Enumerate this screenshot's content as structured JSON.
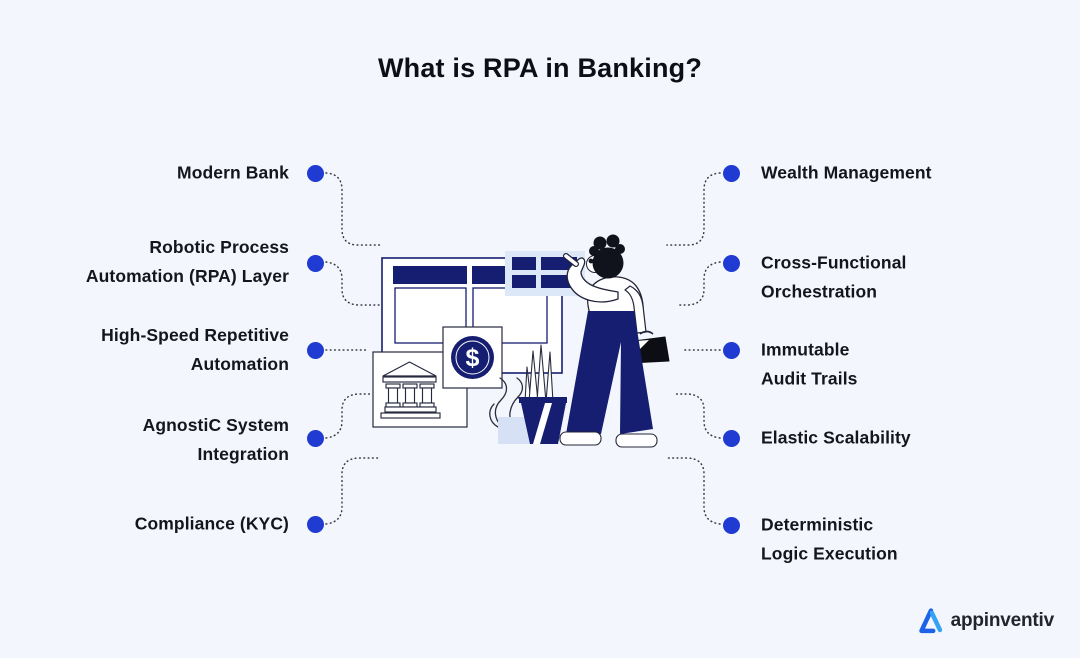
{
  "title": "What is RPA in Banking?",
  "left_items": [
    {
      "name": "modern-bank",
      "text": "Modern Bank"
    },
    {
      "name": "rpa-layer",
      "text": "Robotic Process\nAutomation (RPA) Layer"
    },
    {
      "name": "high-speed",
      "text": "High-Speed Repetitive\nAutomation"
    },
    {
      "name": "agnostic-system",
      "text": "AgnostiC System\nIntegration"
    },
    {
      "name": "compliance-kyc",
      "text": "Compliance (KYC)"
    }
  ],
  "right_items": [
    {
      "name": "wealth-management",
      "text": "Wealth Management"
    },
    {
      "name": "cross-functional",
      "text": "Cross-Functional\nOrchestration"
    },
    {
      "name": "immutable-audit-trails",
      "text": "Immutable\nAudit Trails"
    },
    {
      "name": "elastic-scalability",
      "text": "Elastic Scalability"
    },
    {
      "name": "deterministic-logic",
      "text": "Deterministic\nLogic Execution"
    }
  ],
  "illustration": {
    "dollar_symbol": "$",
    "icons": [
      "browser-window",
      "app-grid-panel",
      "bank-building",
      "dollar-coin",
      "potted-plant",
      "person-pointing",
      "briefcase-bag"
    ]
  },
  "logo": {
    "text": "appinventiv"
  },
  "colors": {
    "background": "#f4f6fd",
    "navy": "#151e70",
    "dot_blue": "#1f3bd2",
    "light_panel": "#dce7f8",
    "light_square": "#d6e1f6",
    "text": "#14161d",
    "logo_blue_dark": "#1c63e7",
    "logo_blue_light": "#37a2f4"
  }
}
